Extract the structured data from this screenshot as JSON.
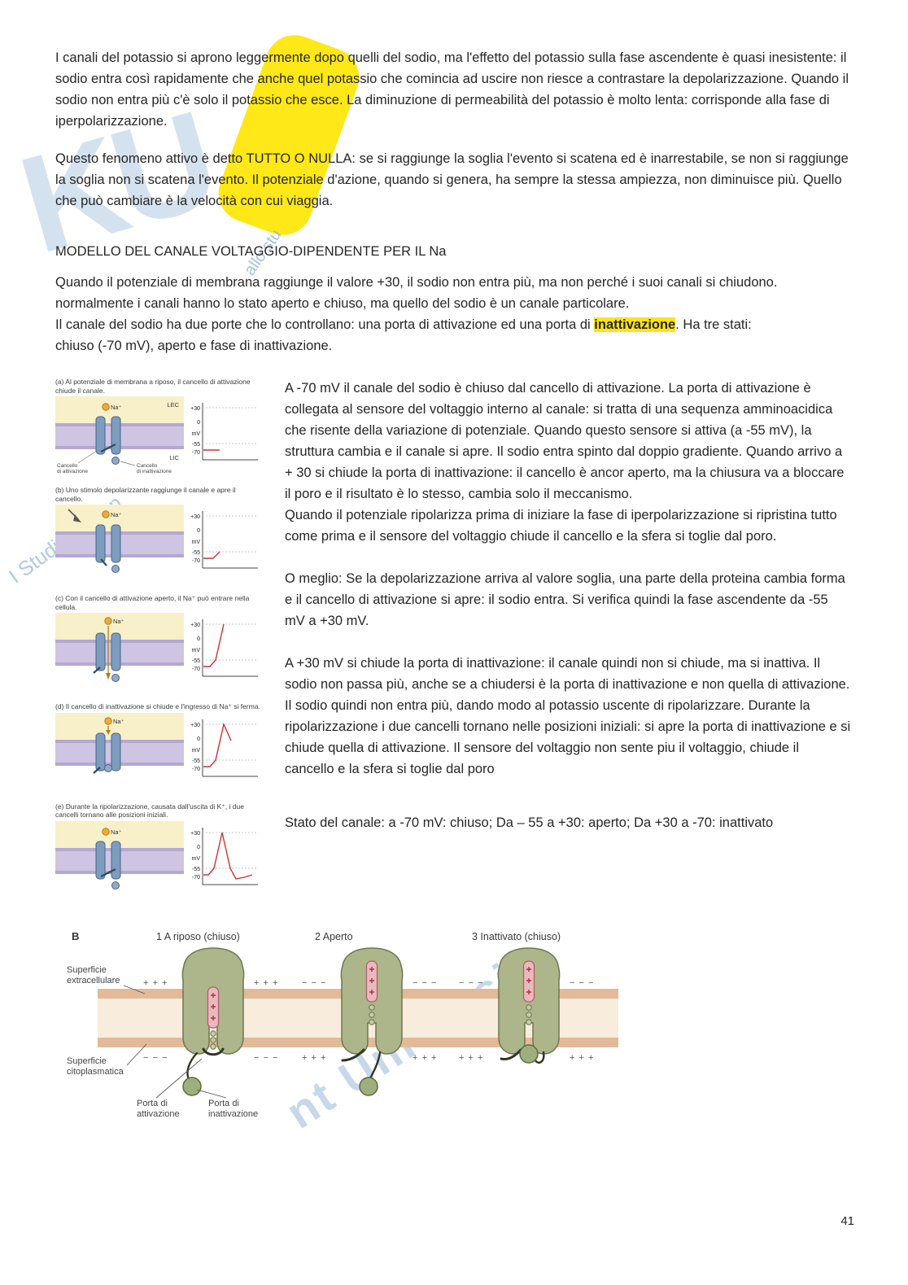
{
  "page_number": "41",
  "watermark": {
    "glyph": "KU",
    "frag_top": "allo stu",
    "frag_left": "I Studi di Milan",
    "frag_bottom": "nt Universit"
  },
  "intro": {
    "p1": "I canali del potassio si aprono leggermente dopo quelli del sodio, ma l'effetto del potassio sulla fase ascendente è quasi inesistente: il sodio entra così rapidamente che anche quel potassio che comincia ad uscire non riesce a contrastare la depolarizzazione. Quando il sodio non entra più c'è solo il potassio che esce. La diminuzione di permeabilità del potassio è molto lenta: corrisponde alla fase di iperpolarizzazione.",
    "p2": "Questo fenomeno attivo è detto TUTTO O NULLA: se si raggiunge la soglia l'evento si scatena ed è inarrestabile, se non si raggiunge la soglia non si scatena l'evento. Il potenziale d'azione, quando si genera, ha sempre la stessa ampiezza, non diminuisce più. Quello che può cambiare è la velocità con cui viaggia."
  },
  "section": {
    "heading": "MODELLO DEL CANALE VOLTAGGIO-DIPENDENTE PER IL Na",
    "p3_segments": [
      {
        "t": "Quando il potenziale di membrana raggiunge il valore +30, il sodio non entra più, ma non perché i suoi canali si chiudono. normalmente i canali hanno lo stato aperto e chiuso, ma quello del sodio è un canale particolare.\nIl canale del sodio ha due porte che lo controllano: una porta di attivazione ed una porta di "
      },
      {
        "t": "inattivazione",
        "hl": true,
        "b": true
      },
      {
        "t": ". Ha tre stati:\nchiuso (-70 mV), aperto e fase di inattivazione."
      }
    ]
  },
  "body": {
    "block1": "A -70 mV il canale del sodio è chiuso dal cancello di attivazione. La porta di attivazione è collegata al sensore del voltaggio interno al canale: si tratta di una sequenza amminoacidica che risente della variazione di potenziale. Quando questo sensore si attiva (a -55 mV), la struttura cambia e il canale si apre. Il sodio entra spinto dal doppio gradiente. Quando arrivo a + 30 si chiude la porta di inattivazione: il cancello è ancor aperto, ma la chiusura va a bloccare il poro e il risultato è lo stesso, cambia solo il meccanismo.\nQuando il potenziale ripolarizza prima di iniziare la fase di iperpolarizzazione si ripristina tutto come prima e il sensore del voltaggio chiude il cancello e la sfera si toglie dal poro.",
    "block2": "O meglio: Se la depolarizzazione arriva al valore soglia, una parte della proteina cambia forma e il cancello di attivazione si apre: il sodio entra. Si verifica quindi la fase ascendente da -55 mV a +30 mV.",
    "block3": "A +30 mV si chiude la porta di inattivazione: il canale quindi non si chiude, ma si inattiva. Il sodio non passa più, anche se a chiudersi è la porta di inattivazione e non quella di attivazione. Il sodio quindi non entra più, dando modo al potassio uscente di ripolarizzare. Durante la ripolarizzazione i due cancelli tornano nelle posizioni iniziali: si apre la porta di inattivazione e si chiude quella di attivazione. Il sensore del voltaggio non sente piu il voltaggio, chiude il cancello e la sfera si toglie dal poro",
    "block4": "Stato del canale: a -70 mV: chiuso; Da – 55 a +30: aperto; Da +30 a -70: inattivato"
  },
  "figure_a": {
    "panels": [
      {
        "caption": "(a) Al potenziale di membrana a riposo, il cancello di attivazione chiude il canale."
      },
      {
        "caption": "(b) Uno stimolo depolarizzante raggiunge il canale e apre il cancello."
      },
      {
        "caption": "(c) Con il cancello di attivazione aperto, il Na⁺ può entrare nella cellula."
      },
      {
        "caption": "(d) Il cancello di inattivazione si chiude e l'ingresso di Na⁺ si ferma."
      },
      {
        "caption": "(e) Durante la ripolarizzazione, causata dall'uscita di K⁺, i due cancelli tornano alle posizioni iniziali."
      }
    ],
    "na_label": "Na⁺",
    "lec": "LEC",
    "lic": "LIC",
    "gate_act_1": "Cancello",
    "gate_act_2": "di attivazione",
    "gate_inact_1": "Cancello",
    "gate_inact_2": "di inattivazione",
    "ticks": [
      "+30",
      "0",
      "mV",
      "-55",
      "-70"
    ]
  },
  "figure_b": {
    "label": "B",
    "state1": "1  A riposo (chiuso)",
    "state2": "2  Aperto",
    "state3": "3  Inattivato (chiuso)",
    "surf_extra_1": "Superficie",
    "surf_extra_2": "extracellulare",
    "surf_cyto_1": "Superficie",
    "surf_cyto_2": "citoplasmatica",
    "gate_act_1": "Porta di",
    "gate_act_2": "attivazione",
    "gate_inact_1": "Porta di",
    "gate_inact_2": "inattivazione",
    "plus": "+ + +",
    "minus": "− − −"
  }
}
